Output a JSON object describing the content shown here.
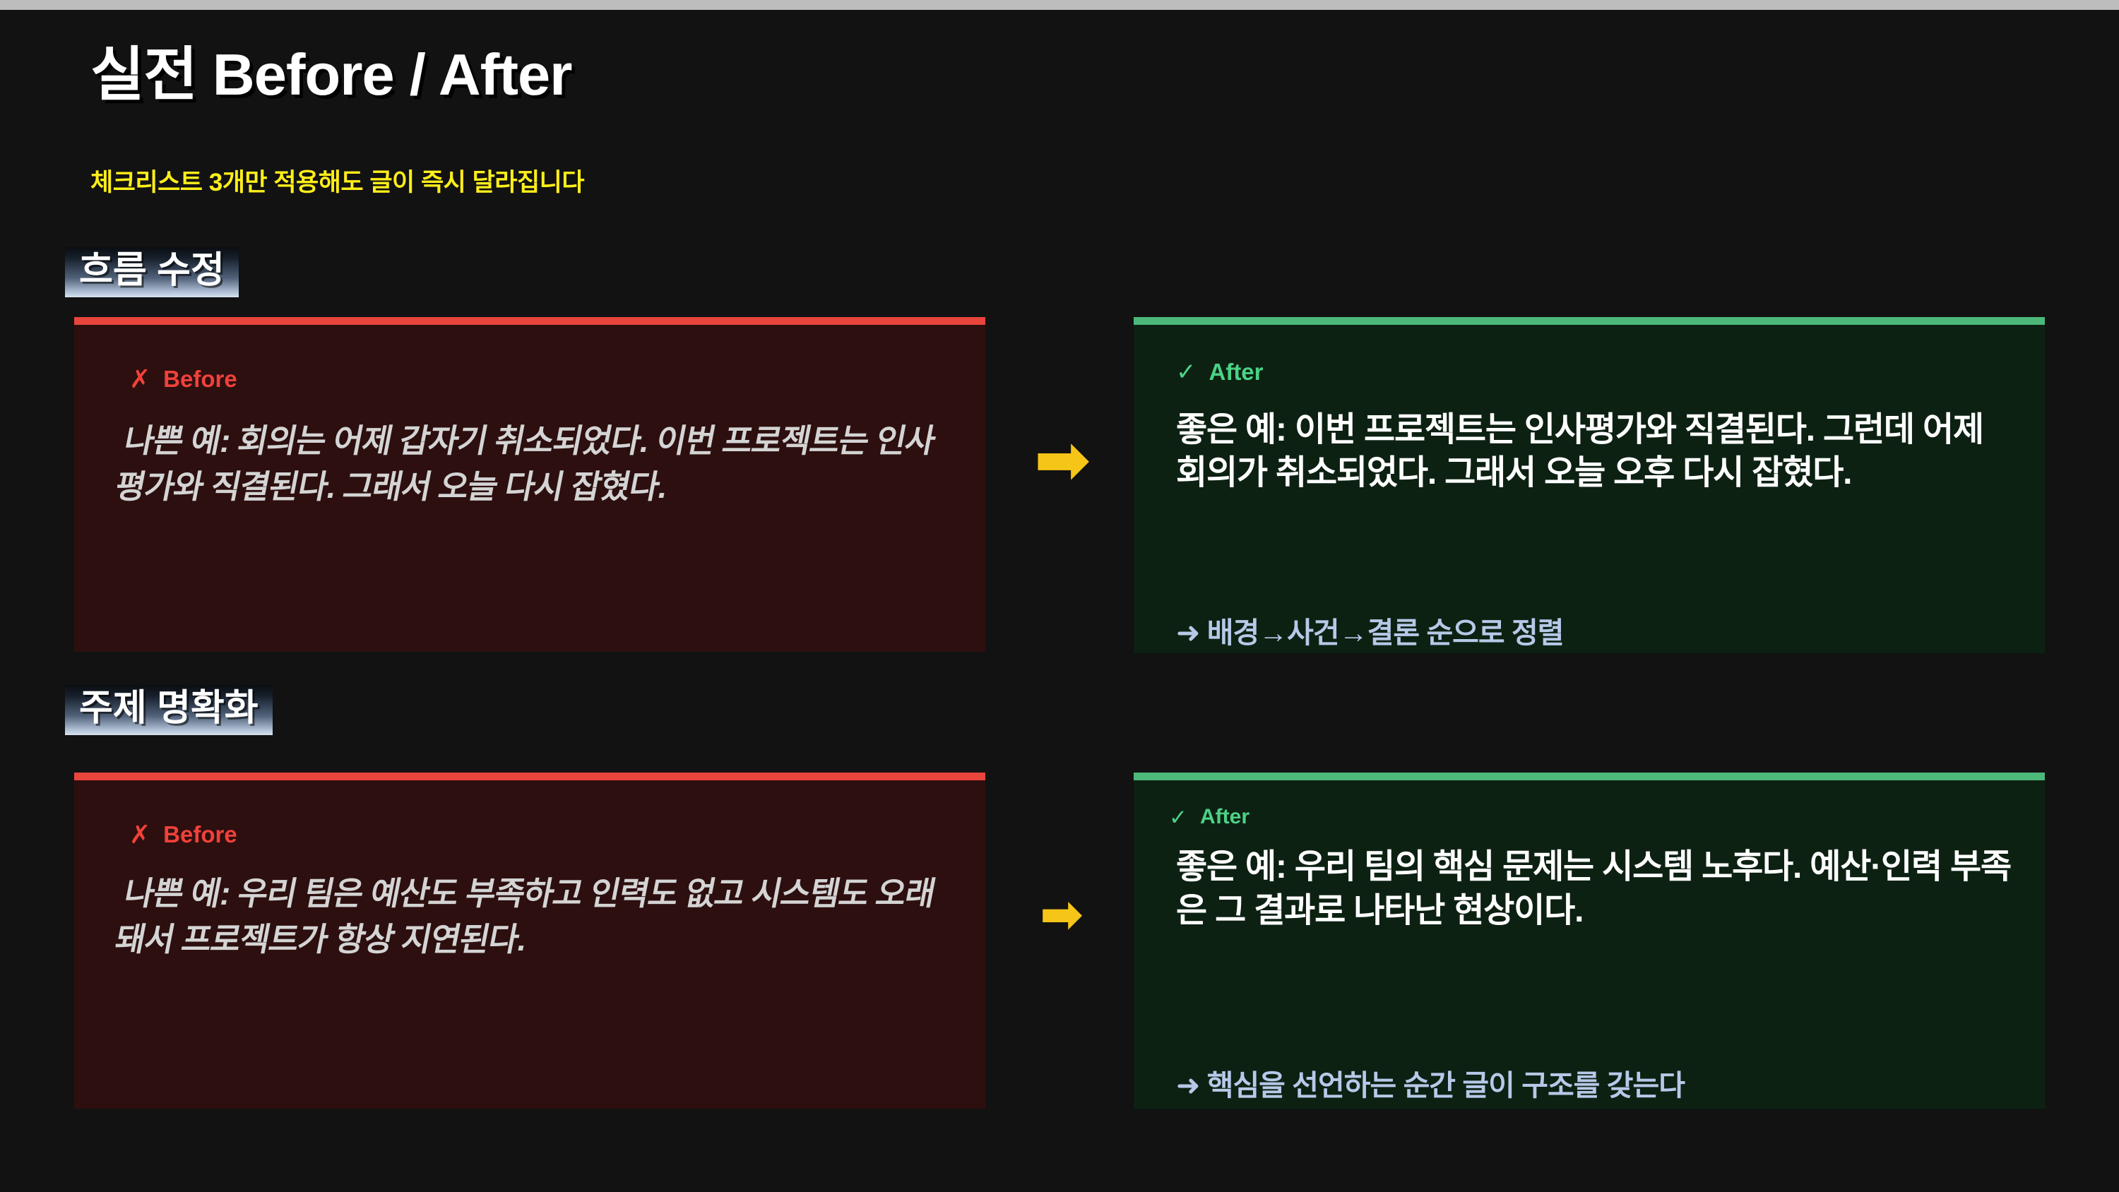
{
  "header": {
    "title": "실전 Before / After",
    "subtitle": "체크리스트 3개만 적용해도 글이 즉시 달라집니다"
  },
  "labels": {
    "before_mark": "✗",
    "before_text": "Before",
    "after_mark": "✓",
    "after_text": "After",
    "flow_arrow": "➡"
  },
  "colors": {
    "page_background": "#121212",
    "top_bar": "#bdbdbd",
    "title": "#ffffff",
    "subtitle": "#ffef1a",
    "before_accent": "#e8453c",
    "before_card_bg": "#2d0f0f",
    "before_label": "#f0413a",
    "before_body_text": "#d4d4d4",
    "after_accent": "#4cb87a",
    "after_card_bg": "#0d2113",
    "after_label": "#4cd286",
    "after_body_text": "#ffffff",
    "note_text": "#b6c9e8",
    "arrow": "#f5c518",
    "badge_gradient_from": "#0a0d12",
    "badge_gradient_to": "#d7e2ef"
  },
  "sections": [
    {
      "badge": "흐름 수정",
      "before": {
        "text": "나쁜 예: 회의는 어제 갑자기 취소되었다. 이번 프로젝트는 인사평가와 직결된다. 그래서 오늘 다시 잡혔다."
      },
      "after": {
        "text": "좋은 예: 이번 프로젝트는 인사평가와 직결된다. 그런데 어제 회의가 취소되었다. 그래서 오늘 오후 다시 잡혔다.",
        "note": "➜ 배경→사건→결론 순으로 정렬"
      }
    },
    {
      "badge": "주제 명확화",
      "before": {
        "text": "나쁜 예: 우리 팀은 예산도 부족하고 인력도 없고 시스템도 오래돼서 프로젝트가 항상 지연된다."
      },
      "after": {
        "text": "좋은 예: 우리 팀의 핵심 문제는 시스템 노후다. 예산·인력 부족은 그 결과로 나타난 현상이다.",
        "note": "➜ 핵심을 선언하는 순간 글이 구조를 갖는다"
      }
    }
  ]
}
